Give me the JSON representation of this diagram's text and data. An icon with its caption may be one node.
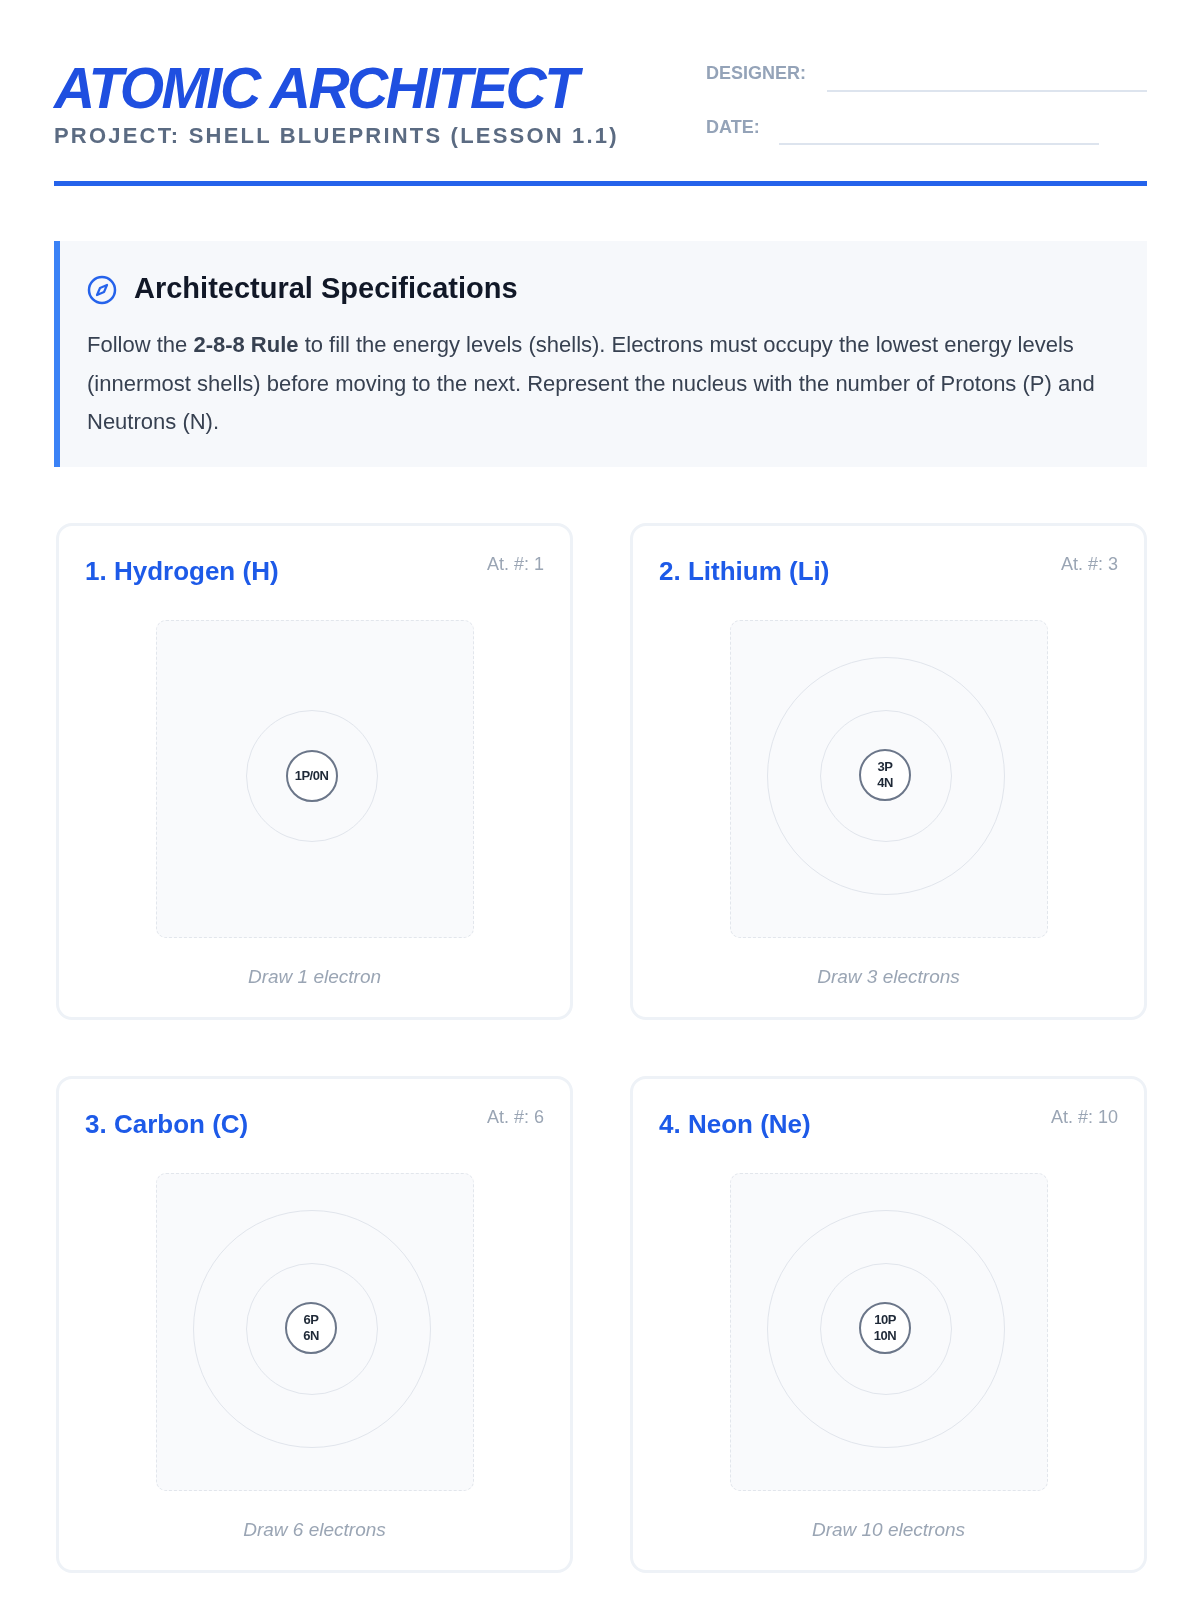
{
  "diagram": {
    "title": "ATOMIC ARCHITECT",
    "nodes": [
      {
        "text": [
          "Architectural Specifications",
          "Follow the **2-8-8 Rule** to fill the energy levels (shells). Electrons must occupy the lowest energy levels (innermost shells) before moving to the next. Represent the nucleus with the number of Protons (P) and Neutrons (N)."
        ]
      },
      {
        "text": [
          "1. Hydrogen (H)",
          "At. #: 1",
          "Draw 1 electron"
        ]
      },
      {
        "text": [],
        "shape": "circle",
        "in": 1
      },
      {
        "text": [
          "1P/0N"
        ],
        "in": 2
      },
      {
        "text": [
          "2. Lithium (Li)",
          "At. #: 3",
          "Draw 3 electrons"
        ]
      },
      {
        "text": [],
        "shape": "circle",
        "in": 4
      },
      {
        "text": [],
        "shape": "circle",
        "in": 5
      },
      {
        "text": [
          "3P 4N"
        ],
        "in": 6
      },
      {
        "text": [
          "3. Carbon (C)",
          "At. #: 6",
          "Draw 6 electrons"
        ]
      },
      {
        "text": [],
        "shape": "circle",
        "in": 8
      },
      {
        "text": [],
        "shape": "circle",
        "in": 9
      },
      {
        "text": [
          "6P 6N"
        ],
        "in": 10
      },
      {
        "text": [
          "4. Neon (Ne)",
          "At. #: 10",
          "Draw 10 electrons"
        ]
      },
      {
        "text": [],
        "shape": "circle",
        "in": 12
      },
      {
        "text": [],
        "shape": "circle",
        "in": 13
      },
      {
        "text": [
          "10P 10N"
        ],
        "in": 14
      }
    ],
    "labels": [
      "PROJECT: SHELL BLUEPRINTS (LESSON 1.1)",
      "DESIGNER:",
      "DATE:"
    ]
  }
}
